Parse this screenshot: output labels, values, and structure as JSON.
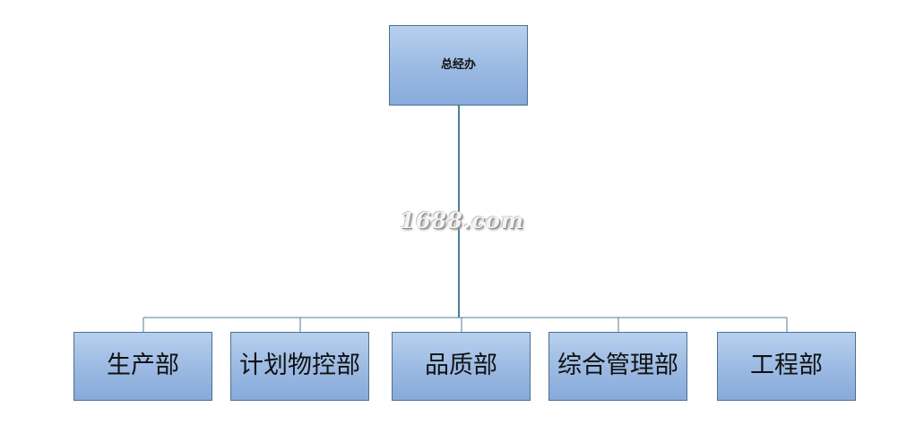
{
  "org_chart": {
    "root": {
      "label": "总经办"
    },
    "children": [
      {
        "label": "生产部"
      },
      {
        "label": "计划物控部"
      },
      {
        "label": "品质部"
      },
      {
        "label": "综合管理部"
      },
      {
        "label": "工程部"
      }
    ]
  },
  "watermark": {
    "text": "1688.com"
  },
  "colors": {
    "node_fill": "#9ab9e2",
    "node_border": "#4f6f8f",
    "connector": "#4a7f9a"
  }
}
